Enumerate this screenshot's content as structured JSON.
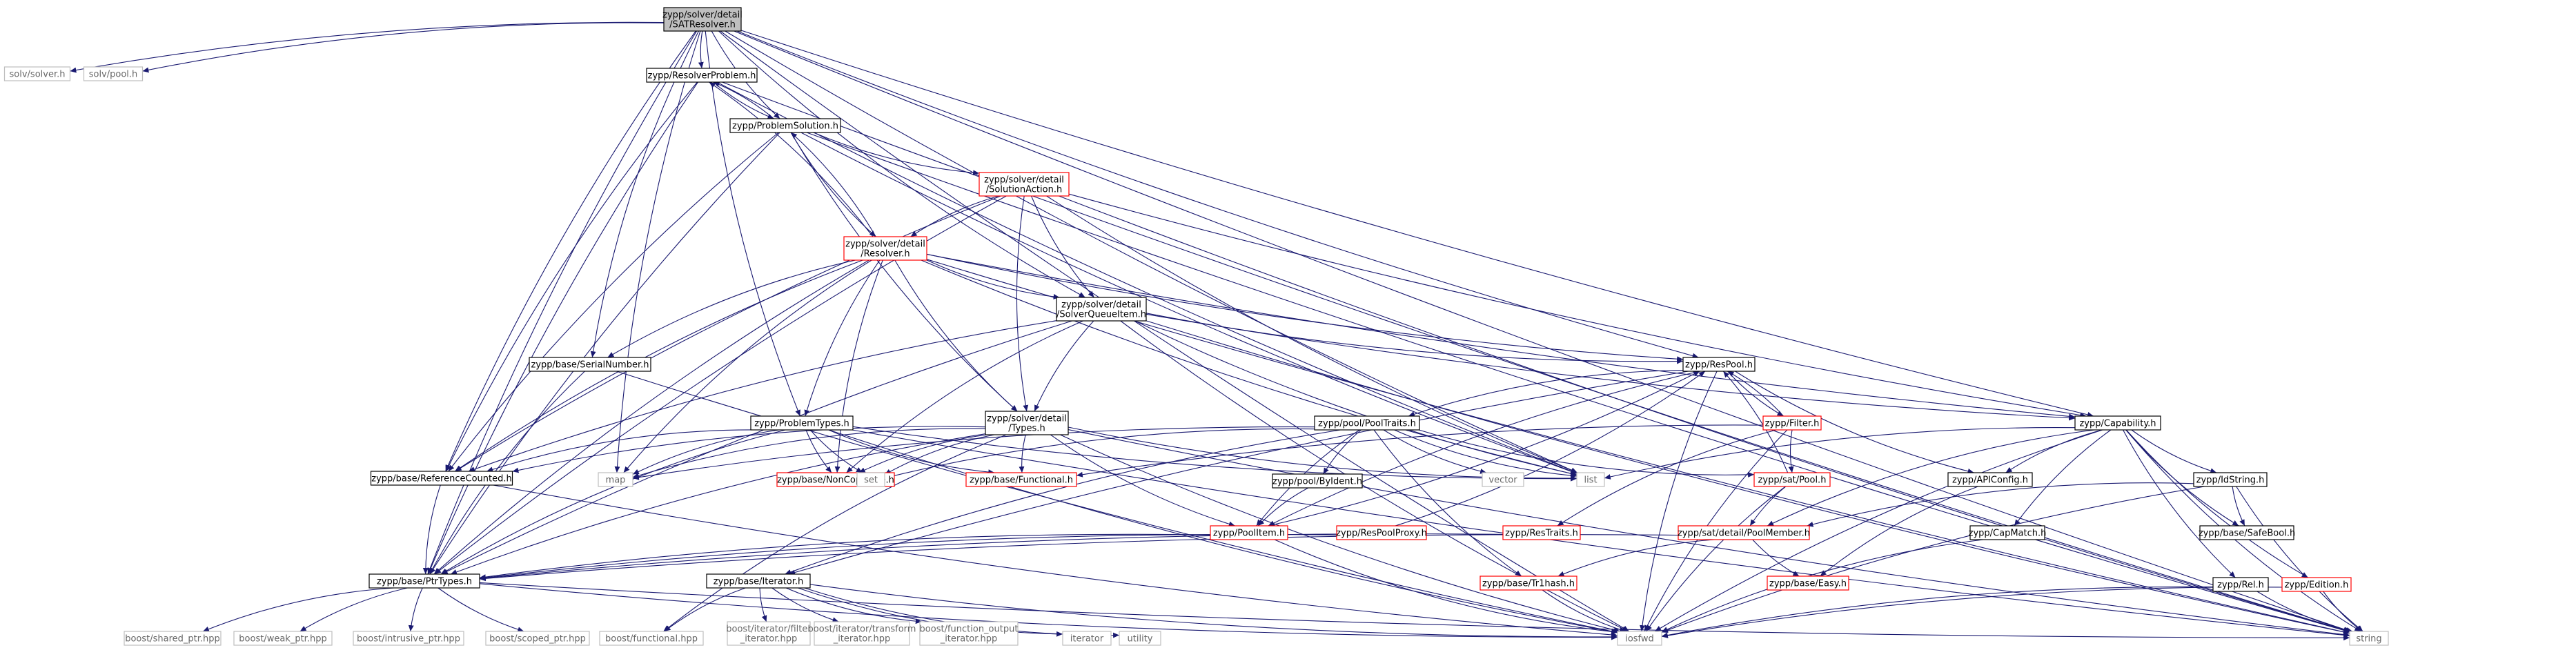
{
  "colors": {
    "edge": "#191970",
    "focus_fill": "#bfbfbf",
    "node_border_documented": "#000000",
    "node_border_truncated": "#ff0000",
    "node_border_external": "#bfbfbf",
    "external_text": "#666666"
  },
  "nodes": {
    "root": {
      "lines": [
        "zypp/solver/detail",
        "/SATResolver.h"
      ],
      "kind": "focus"
    },
    "solv_solver": {
      "lines": [
        "solv/solver.h"
      ],
      "kind": "external"
    },
    "solv_pool": {
      "lines": [
        "solv/pool.h"
      ],
      "kind": "external"
    },
    "resolver_problem": {
      "lines": [
        "zypp/ResolverProblem.h"
      ],
      "kind": "documented"
    },
    "problem_solution": {
      "lines": [
        "zypp/ProblemSolution.h"
      ],
      "kind": "documented"
    },
    "solution_action": {
      "lines": [
        "zypp/solver/detail",
        "/SolutionAction.h"
      ],
      "kind": "truncated"
    },
    "resolver": {
      "lines": [
        "zypp/solver/detail",
        "/Resolver.h"
      ],
      "kind": "truncated"
    },
    "solver_queue_item": {
      "lines": [
        "zypp/solver/detail",
        "/SolverQueueItem.h"
      ],
      "kind": "documented"
    },
    "serial_number": {
      "lines": [
        "zypp/base/SerialNumber.h"
      ],
      "kind": "documented"
    },
    "res_pool": {
      "lines": [
        "zypp/ResPool.h"
      ],
      "kind": "documented"
    },
    "problem_types": {
      "lines": [
        "zypp/ProblemTypes.h"
      ],
      "kind": "documented"
    },
    "types": {
      "lines": [
        "zypp/solver/detail",
        "/Types.h"
      ],
      "kind": "documented"
    },
    "pool_traits": {
      "lines": [
        "zypp/pool/PoolTraits.h"
      ],
      "kind": "documented"
    },
    "filter": {
      "lines": [
        "zypp/Filter.h"
      ],
      "kind": "truncated"
    },
    "capability": {
      "lines": [
        "zypp/Capability.h"
      ],
      "kind": "documented"
    },
    "reference_counted": {
      "lines": [
        "zypp/base/ReferenceCounted.h"
      ],
      "kind": "documented"
    },
    "map": {
      "lines": [
        "map"
      ],
      "kind": "external"
    },
    "noncopyable": {
      "lines": [
        "zypp/base/NonCopyable.h"
      ],
      "kind": "truncated"
    },
    "set": {
      "lines": [
        "set"
      ],
      "kind": "external"
    },
    "functional": {
      "lines": [
        "zypp/base/Functional.h"
      ],
      "kind": "truncated"
    },
    "vector": {
      "lines": [
        "vector"
      ],
      "kind": "external"
    },
    "list": {
      "lines": [
        "list"
      ],
      "kind": "external"
    },
    "sat_pool": {
      "lines": [
        "zypp/sat/Pool.h"
      ],
      "kind": "truncated"
    },
    "byident": {
      "lines": [
        "zypp/pool/ByIdent.h"
      ],
      "kind": "documented"
    },
    "api_config": {
      "lines": [
        "zypp/APIConfig.h"
      ],
      "kind": "documented"
    },
    "idstring": {
      "lines": [
        "zypp/IdString.h"
      ],
      "kind": "documented"
    },
    "pool_item": {
      "lines": [
        "zypp/PoolItem.h"
      ],
      "kind": "truncated"
    },
    "respoolproxy": {
      "lines": [
        "zypp/ResPoolProxy.h"
      ],
      "kind": "truncated"
    },
    "restraits": {
      "lines": [
        "zypp/ResTraits.h"
      ],
      "kind": "truncated"
    },
    "pool_member": {
      "lines": [
        "zypp/sat/detail/PoolMember.h"
      ],
      "kind": "truncated"
    },
    "capmatch": {
      "lines": [
        "zypp/CapMatch.h"
      ],
      "kind": "documented"
    },
    "safebool": {
      "lines": [
        "zypp/base/SafeBool.h"
      ],
      "kind": "documented"
    },
    "ptrtypes": {
      "lines": [
        "zypp/base/PtrTypes.h"
      ],
      "kind": "documented"
    },
    "iterator_h": {
      "lines": [
        "zypp/base/Iterator.h"
      ],
      "kind": "documented"
    },
    "tr1hash": {
      "lines": [
        "zypp/base/Tr1hash.h"
      ],
      "kind": "truncated"
    },
    "easy": {
      "lines": [
        "zypp/base/Easy.h"
      ],
      "kind": "truncated"
    },
    "rel": {
      "lines": [
        "zypp/Rel.h"
      ],
      "kind": "documented"
    },
    "edition": {
      "lines": [
        "zypp/Edition.h"
      ],
      "kind": "truncated"
    },
    "shared_ptr": {
      "lines": [
        "boost/shared_ptr.hpp"
      ],
      "kind": "external"
    },
    "weak_ptr": {
      "lines": [
        "boost/weak_ptr.hpp"
      ],
      "kind": "external"
    },
    "intrusive_ptr": {
      "lines": [
        "boost/intrusive_ptr.hpp"
      ],
      "kind": "external"
    },
    "scoped_ptr": {
      "lines": [
        "boost/scoped_ptr.hpp"
      ],
      "kind": "external"
    },
    "boost_functional": {
      "lines": [
        "boost/functional.hpp"
      ],
      "kind": "external"
    },
    "filter_iterator": {
      "lines": [
        "boost/iterator/filter",
        "_iterator.hpp"
      ],
      "kind": "external"
    },
    "transform_iterator": {
      "lines": [
        "boost/iterator/transform",
        "_iterator.hpp"
      ],
      "kind": "external"
    },
    "function_output": {
      "lines": [
        "boost/function_output",
        "_iterator.hpp"
      ],
      "kind": "external"
    },
    "iterator": {
      "lines": [
        "iterator"
      ],
      "kind": "external"
    },
    "utility": {
      "lines": [
        "utility"
      ],
      "kind": "external"
    },
    "iosfwd": {
      "lines": [
        "iosfwd"
      ],
      "kind": "external"
    },
    "string": {
      "lines": [
        "string"
      ],
      "kind": "external"
    }
  },
  "edges": [
    [
      "root",
      "solv_solver"
    ],
    [
      "root",
      "solv_pool"
    ],
    [
      "root",
      "resolver_problem"
    ],
    [
      "root",
      "problem_solution"
    ],
    [
      "root",
      "serial_number"
    ],
    [
      "root",
      "map"
    ],
    [
      "root",
      "reference_counted"
    ],
    [
      "root",
      "ptrtypes"
    ],
    [
      "root",
      "problem_types"
    ],
    [
      "root",
      "solver_queue_item"
    ],
    [
      "root",
      "list"
    ],
    [
      "root",
      "res_pool"
    ],
    [
      "root",
      "capability"
    ],
    [
      "root",
      "iosfwd"
    ],
    [
      "root",
      "string"
    ],
    [
      "resolver_problem",
      "problem_solution"
    ],
    [
      "resolver_problem",
      "ptrtypes"
    ],
    [
      "resolver_problem",
      "reference_counted"
    ],
    [
      "resolver_problem",
      "list"
    ],
    [
      "resolver_problem",
      "string"
    ],
    [
      "problem_solution",
      "resolver_problem"
    ],
    [
      "problem_solution",
      "solution_action"
    ],
    [
      "problem_solution",
      "resolver"
    ],
    [
      "problem_solution",
      "ptrtypes"
    ],
    [
      "problem_solution",
      "reference_counted"
    ],
    [
      "problem_solution",
      "types"
    ],
    [
      "problem_solution",
      "list"
    ],
    [
      "problem_solution",
      "string"
    ],
    [
      "solution_action",
      "resolver"
    ],
    [
      "solution_action",
      "solver_queue_item"
    ],
    [
      "solution_action",
      "types"
    ],
    [
      "solution_action",
      "ptrtypes"
    ],
    [
      "solution_action",
      "reference_counted"
    ],
    [
      "solution_action",
      "capability"
    ],
    [
      "solution_action",
      "list"
    ],
    [
      "solution_action",
      "string"
    ],
    [
      "resolver",
      "problem_solution"
    ],
    [
      "resolver",
      "resolver_problem"
    ],
    [
      "resolver",
      "solver_queue_item"
    ],
    [
      "resolver",
      "serial_number"
    ],
    [
      "resolver",
      "problem_types"
    ],
    [
      "resolver",
      "types"
    ],
    [
      "resolver",
      "res_pool"
    ],
    [
      "resolver",
      "capability"
    ],
    [
      "resolver",
      "map"
    ],
    [
      "resolver",
      "list"
    ],
    [
      "resolver",
      "ptrtypes"
    ],
    [
      "resolver",
      "reference_counted"
    ],
    [
      "resolver",
      "noncopyable"
    ],
    [
      "resolver",
      "string"
    ],
    [
      "solver_queue_item",
      "types"
    ],
    [
      "solver_queue_item",
      "res_pool"
    ],
    [
      "solver_queue_item",
      "capability"
    ],
    [
      "solver_queue_item",
      "ptrtypes"
    ],
    [
      "solver_queue_item",
      "reference_counted"
    ],
    [
      "solver_queue_item",
      "noncopyable"
    ],
    [
      "solver_queue_item",
      "list"
    ],
    [
      "solver_queue_item",
      "string"
    ],
    [
      "solver_queue_item",
      "iosfwd"
    ],
    [
      "serial_number",
      "ptrtypes"
    ],
    [
      "serial_number",
      "iosfwd"
    ],
    [
      "res_pool",
      "pool_traits"
    ],
    [
      "res_pool",
      "filter"
    ],
    [
      "res_pool",
      "pool_item"
    ],
    [
      "res_pool",
      "api_config"
    ],
    [
      "res_pool",
      "iterator_h"
    ],
    [
      "res_pool",
      "iosfwd"
    ],
    [
      "problem_types",
      "reference_counted"
    ],
    [
      "problem_types",
      "ptrtypes"
    ],
    [
      "problem_types",
      "map"
    ],
    [
      "problem_types",
      "list"
    ],
    [
      "problem_types",
      "set"
    ],
    [
      "problem_types",
      "noncopyable"
    ],
    [
      "problem_types",
      "functional"
    ],
    [
      "problem_types",
      "string"
    ],
    [
      "problem_types",
      "iosfwd"
    ],
    [
      "types",
      "reference_counted"
    ],
    [
      "types",
      "ptrtypes"
    ],
    [
      "types",
      "noncopyable"
    ],
    [
      "types",
      "functional"
    ],
    [
      "types",
      "map"
    ],
    [
      "types",
      "set"
    ],
    [
      "types",
      "list"
    ],
    [
      "types",
      "pool_item"
    ],
    [
      "types",
      "boost_functional"
    ],
    [
      "types",
      "iosfwd"
    ],
    [
      "types",
      "string"
    ],
    [
      "pool_traits",
      "set"
    ],
    [
      "pool_traits",
      "map"
    ],
    [
      "pool_traits",
      "list"
    ],
    [
      "pool_traits",
      "vector"
    ],
    [
      "pool_traits",
      "byident"
    ],
    [
      "pool_traits",
      "pool_item"
    ],
    [
      "pool_traits",
      "sat_pool"
    ],
    [
      "pool_traits",
      "iterator_h"
    ],
    [
      "pool_traits",
      "tr1hash"
    ],
    [
      "filter",
      "res_pool"
    ],
    [
      "filter",
      "sat_pool"
    ],
    [
      "filter",
      "functional"
    ],
    [
      "filter",
      "iosfwd"
    ],
    [
      "filter",
      "restraits"
    ],
    [
      "capability",
      "list"
    ],
    [
      "capability",
      "api_config"
    ],
    [
      "capability",
      "idstring"
    ],
    [
      "capability",
      "capmatch"
    ],
    [
      "capability",
      "pool_member"
    ],
    [
      "capability",
      "safebool"
    ],
    [
      "capability",
      "rel"
    ],
    [
      "capability",
      "edition"
    ],
    [
      "capability",
      "iosfwd"
    ],
    [
      "capability",
      "string"
    ],
    [
      "reference_counted",
      "ptrtypes"
    ],
    [
      "reference_counted",
      "iosfwd"
    ],
    [
      "sat_pool",
      "pool_member"
    ],
    [
      "sat_pool",
      "iosfwd"
    ],
    [
      "sat_pool",
      "res_pool"
    ],
    [
      "byident",
      "pool_item"
    ],
    [
      "api_config",
      "easy"
    ],
    [
      "idstring",
      "pool_member"
    ],
    [
      "idstring",
      "safebool"
    ],
    [
      "idstring",
      "iosfwd"
    ],
    [
      "idstring",
      "string"
    ],
    [
      "pool_item",
      "ptrtypes"
    ],
    [
      "pool_item",
      "res_pool"
    ],
    [
      "pool_item",
      "iosfwd"
    ],
    [
      "respoolproxy",
      "ptrtypes"
    ],
    [
      "respoolproxy",
      "res_pool"
    ],
    [
      "restraits",
      "ptrtypes"
    ],
    [
      "pool_member",
      "tr1hash"
    ],
    [
      "pool_member",
      "easy"
    ],
    [
      "pool_member",
      "ptrtypes"
    ],
    [
      "capmatch",
      "iosfwd"
    ],
    [
      "ptrtypes",
      "shared_ptr"
    ],
    [
      "ptrtypes",
      "weak_ptr"
    ],
    [
      "ptrtypes",
      "intrusive_ptr"
    ],
    [
      "ptrtypes",
      "scoped_ptr"
    ],
    [
      "ptrtypes",
      "iosfwd"
    ],
    [
      "ptrtypes",
      "string"
    ],
    [
      "iterator_h",
      "boost_functional"
    ],
    [
      "iterator_h",
      "filter_iterator"
    ],
    [
      "iterator_h",
      "transform_iterator"
    ],
    [
      "iterator_h",
      "function_output"
    ],
    [
      "iterator_h",
      "iterator"
    ],
    [
      "iterator_h",
      "utility"
    ],
    [
      "iterator_h",
      "iosfwd"
    ],
    [
      "tr1hash",
      "iosfwd"
    ],
    [
      "rel",
      "iosfwd"
    ],
    [
      "rel",
      "string"
    ],
    [
      "edition",
      "iosfwd"
    ],
    [
      "edition",
      "string"
    ]
  ]
}
